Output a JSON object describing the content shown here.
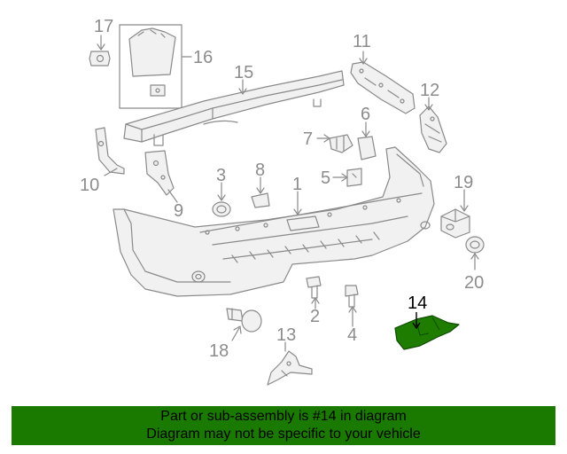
{
  "diagram": {
    "colors": {
      "part_stroke": "#8a8a8a",
      "part_fill": "#f1f1f1",
      "label_gray": "#8c8c8c",
      "highlight_fill": "#1e7d00",
      "highlight_label": "#000000"
    },
    "labels": {
      "p1": "1",
      "p2": "2",
      "p3": "3",
      "p4": "4",
      "p5": "5",
      "p6": "6",
      "p7": "7",
      "p8": "8",
      "p9": "9",
      "p10": "10",
      "p11": "11",
      "p12": "12",
      "p13": "13",
      "p14": "14",
      "p15": "15",
      "p16": "16",
      "p17": "17",
      "p18": "18",
      "p19": "19",
      "p20": "20"
    },
    "highlighted_part": "14"
  },
  "banner": {
    "line1": "Part or sub-assembly is #14 in diagram",
    "line2": "Diagram may not be specific to your vehicle",
    "color": "#1a7a00"
  }
}
